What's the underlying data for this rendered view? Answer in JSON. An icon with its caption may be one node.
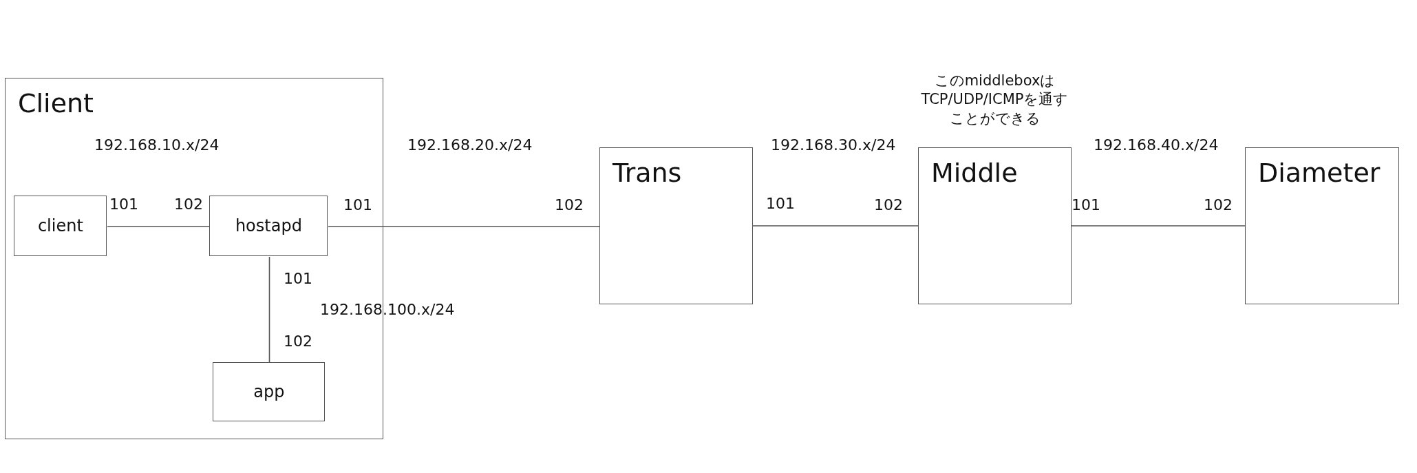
{
  "diagram": {
    "nodes": [
      {
        "text": [
          "Client"
        ]
      },
      {
        "text": [
          "client"
        ],
        "in": 0
      },
      {
        "text": [
          "hostapd"
        ],
        "in": 0
      },
      {
        "text": [
          "app"
        ],
        "in": 0
      },
      {
        "text": [
          "Trans"
        ]
      },
      {
        "text": [
          "Middle"
        ],
        "beside": [
          "このmiddleboxはTCP/UDP/ICMPを通すことができる"
        ]
      },
      {
        "text": [
          "Diameter"
        ]
      }
    ],
    "edges": [
      {
        "from": 1,
        "to": 2,
        "arrow": "none"
      },
      {
        "from": 2,
        "to": 3,
        "arrow": "none"
      },
      {
        "from": 2,
        "to": 4,
        "arrow": "none"
      },
      {
        "from": 4,
        "to": 5,
        "arrow": "none"
      },
      {
        "from": 5,
        "to": 6,
        "arrow": "none"
      }
    ],
    "labels": [
      "192.168.10.x/24",
      "192.168.20.x/24",
      "192.168.30.x/24",
      "192.168.40.x/24",
      "101",
      "102",
      "101",
      "102",
      "101",
      "102",
      "101",
      "102",
      "101",
      "192.168.100.x/24",
      "102"
    ]
  }
}
